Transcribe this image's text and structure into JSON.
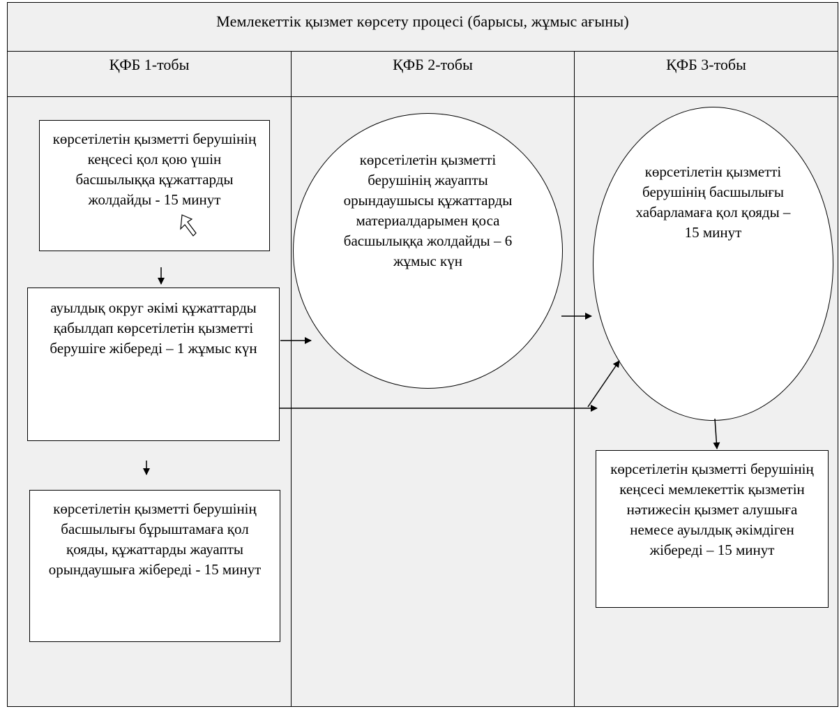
{
  "diagram": {
    "title": "Мемлекеттік қызмет көрсету процесі (барысы, жұмыс ағыны)",
    "lanes": [
      {
        "label": "ҚФБ 1-тобы"
      },
      {
        "label": "ҚФБ 2-тобы"
      },
      {
        "label": "ҚФБ 3-тобы"
      }
    ],
    "nodes": {
      "box1": "көрсетілетін қызметті берушінің кеңсесі қол қою үшін  басшылыққа құжаттарды жолдайды - 15 минут",
      "box2": "ауылдық округ әкімі құжаттарды қабылдап көрсетілетін қызметті берушіге жібереді – 1 жұмыс күн",
      "box3": "көрсетілетін қызметті берушінің басшылығы бұрыштамаға қол қояды, құжаттарды жауапты орындаушыға жібереді - 15 минут",
      "oval1": "көрсетілетін қызметті берушінің жауапты орындаушысы құжаттарды материалдарымен қоса басшылыққа жолдайды – 6 жұмыс күн",
      "oval2": "көрсетілетін қызметті берушінің басшылығы хабарламаға қол қояды – 15 минут",
      "box4": "көрсетілетін қызметті берушінің кеңсесі мемлекеттік қызметін нәтижесін қызмет алушыға немесе  ауылдық әкімдіген жібереді – 15 минут"
    }
  }
}
